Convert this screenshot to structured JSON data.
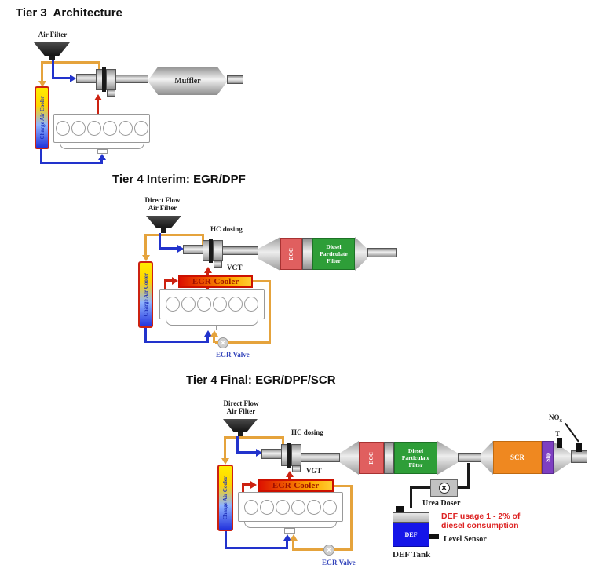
{
  "colors": {
    "intake_line": "#2233CC",
    "charge_line": "#E5A33C",
    "exhaust_line": "#CC2211",
    "def_line": "#1a1a1a",
    "doc_block": "#e05f5f",
    "dpf_block": "#2e9e38",
    "scr_block": "#ef8820",
    "slip_block": "#7e3fc1",
    "def_tank": "#1515e8",
    "note_red": "#dd2222"
  },
  "tier3": {
    "title": "Tier 3  Architecture",
    "labels": {
      "air_filter": "Air Filter",
      "charge_air_cooler": "Charge Air Cooler",
      "muffler": "Muffler"
    }
  },
  "tier4_interim": {
    "title": "Tier 4 Interim: EGR/DPF",
    "labels": {
      "air_filter_line1": "Direct Flow",
      "air_filter_line2": "Air Filter",
      "hc_dosing": "HC dosing",
      "vgt": "VGT",
      "charge_air_cooler": "Charge Air Cooler",
      "egr_cooler": "EGR-Cooler",
      "egr_valve": "EGR Valve",
      "doc": "DOC",
      "dpf": "Diesel Particulate Filter"
    }
  },
  "tier4_final": {
    "title": "Tier 4 Final: EGR/DPF/SCR",
    "labels": {
      "air_filter_line1": "Direct Flow",
      "air_filter_line2": "Air Filter",
      "hc_dosing": "HC dosing",
      "vgt": "VGT",
      "charge_air_cooler": "Charge Air Cooler",
      "egr_cooler": "EGR-Cooler",
      "egr_valve": "EGR Valve",
      "doc": "DOC",
      "dpf": "Diesel Particulate Filter",
      "scr": "SCR",
      "slip": "Slip",
      "nox_base": "NO",
      "nox_sub": "x",
      "t_sensor": "T",
      "urea_doser": "Urea Doser",
      "def": "DEF",
      "def_tank": "DEF Tank",
      "def_usage_line1": "DEF usage 1 - 2% of",
      "def_usage_line2": "diesel consumption",
      "level_sensor": "Level Sensor"
    }
  }
}
